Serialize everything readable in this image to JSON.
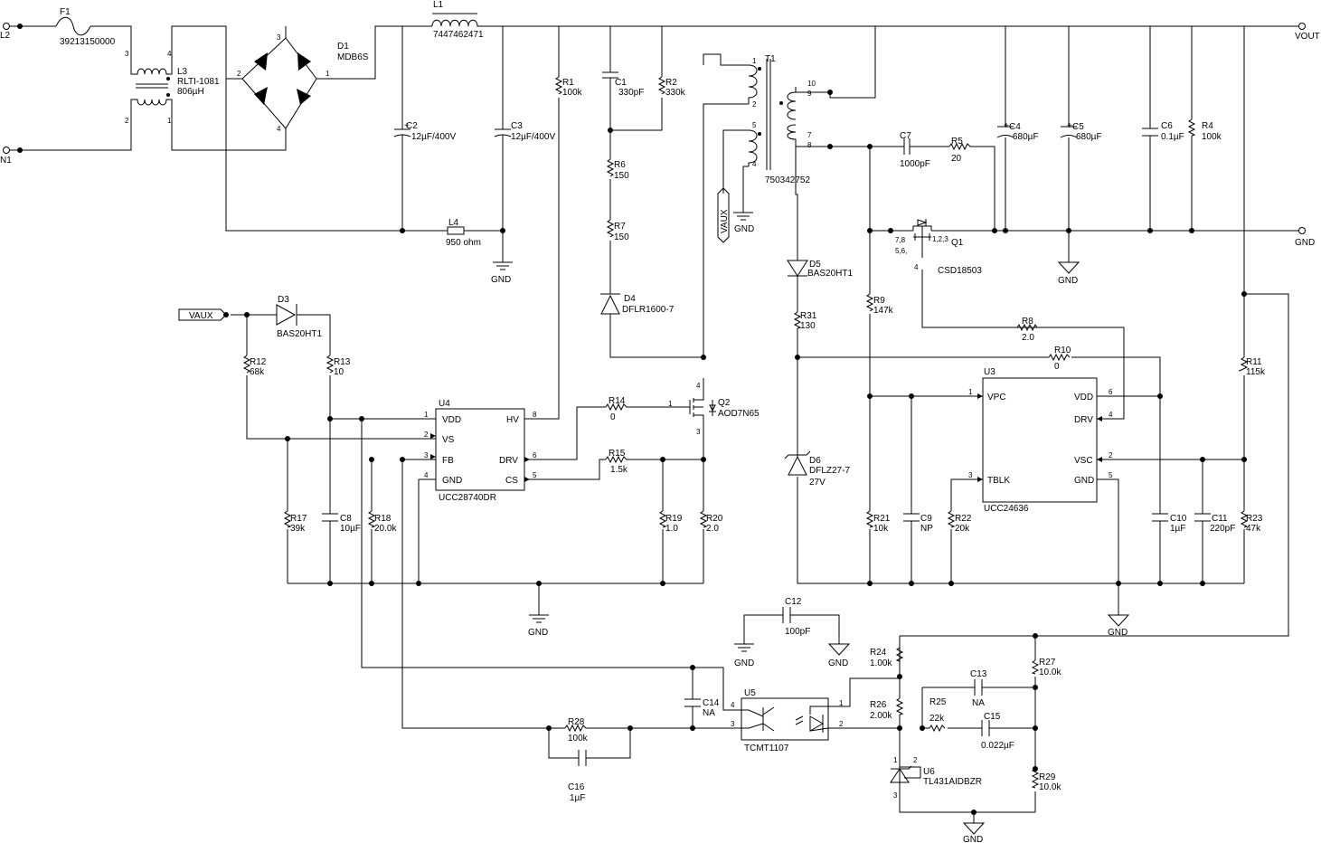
{
  "nets": {
    "L2": "L2",
    "N1": "N1",
    "VOUT": "VOUT",
    "GND": "GND",
    "VAUX": "VAUX"
  },
  "parts": {
    "F1": {
      "ref": "F1",
      "value": "39213150000"
    },
    "L3": {
      "ref": "L3",
      "value": "RLTI-1081",
      "value2": "806µH"
    },
    "D1": {
      "ref": "D1",
      "value": "MDB6S"
    },
    "L1": {
      "ref": "L1",
      "value": "7447462471"
    },
    "C2": {
      "ref": "C2",
      "value": "12µF/400V"
    },
    "C3": {
      "ref": "C3",
      "value": "12µF/400V"
    },
    "L4": {
      "ref": "L4",
      "value": "950 ohm"
    },
    "R1": {
      "ref": "R1",
      "value": "100k"
    },
    "C1": {
      "ref": "C1",
      "value": "330pF"
    },
    "R2": {
      "ref": "R2",
      "value": "330k"
    },
    "R6": {
      "ref": "R6",
      "value": "150"
    },
    "R7": {
      "ref": "R7",
      "value": "150"
    },
    "D4": {
      "ref": "D4",
      "value": "DFLR1600-7"
    },
    "T1": {
      "ref": "T1",
      "value": "750342752"
    },
    "C7": {
      "ref": "C7",
      "value": "1000pF"
    },
    "R5": {
      "ref": "R5",
      "value": "20"
    },
    "C4": {
      "ref": "C4",
      "value": "680µF"
    },
    "C5": {
      "ref": "C5",
      "value": "680µF"
    },
    "C6": {
      "ref": "C6",
      "value": "0.1µF"
    },
    "R4": {
      "ref": "R4",
      "value": "100k"
    },
    "Q1": {
      "ref": "Q1",
      "value": "CSD18503"
    },
    "D5": {
      "ref": "D5",
      "value": "BAS20HT1"
    },
    "R31": {
      "ref": "R31",
      "value": "130"
    },
    "R9": {
      "ref": "R9",
      "value": "147k"
    },
    "R8": {
      "ref": "R8",
      "value": "2.0"
    },
    "R10": {
      "ref": "R10",
      "value": "0"
    },
    "D3": {
      "ref": "D3",
      "value": "BAS20HT1"
    },
    "R12": {
      "ref": "R12",
      "value": "68k"
    },
    "R13": {
      "ref": "R13",
      "value": "10"
    },
    "R14": {
      "ref": "R14",
      "value": "0"
    },
    "Q2": {
      "ref": "Q2",
      "value": "AOD7N65"
    },
    "R15": {
      "ref": "R15",
      "value": "1.5k"
    },
    "R17": {
      "ref": "R17",
      "value": "39k"
    },
    "C8": {
      "ref": "C8",
      "value": "10µF"
    },
    "R18": {
      "ref": "R18",
      "value": "20.0k"
    },
    "R19": {
      "ref": "R19",
      "value": "1.0"
    },
    "R20": {
      "ref": "R20",
      "value": "2.0"
    },
    "D6": {
      "ref": "D6",
      "value": "DFLZ27-7",
      "value2": "27V"
    },
    "R21": {
      "ref": "R21",
      "value": "10k"
    },
    "C9": {
      "ref": "C9",
      "value": "NP"
    },
    "R22": {
      "ref": "R22",
      "value": "20k"
    },
    "C10": {
      "ref": "C10",
      "value": "1µF"
    },
    "C11": {
      "ref": "C11",
      "value": "220pF"
    },
    "R11": {
      "ref": "R11",
      "value": "115k"
    },
    "R23": {
      "ref": "R23",
      "value": "47k"
    },
    "C12": {
      "ref": "C12",
      "value": "100pF"
    },
    "R24": {
      "ref": "R24",
      "value": "1.00k"
    },
    "R27": {
      "ref": "R27",
      "value": "10.0k"
    },
    "C13": {
      "ref": "C13",
      "value": "NA"
    },
    "R26": {
      "ref": "R26",
      "value": "2.00k"
    },
    "R25": {
      "ref": "R25",
      "value": "22k"
    },
    "C15": {
      "ref": "C15",
      "value": "0.022µF"
    },
    "C14": {
      "ref": "C14",
      "value": "NA"
    },
    "U5": {
      "ref": "U5",
      "value": "TCMT1107"
    },
    "R28": {
      "ref": "R28",
      "value": "100k"
    },
    "C16": {
      "ref": "C16",
      "value": "1µF"
    },
    "U6": {
      "ref": "U6",
      "value": "TL431AIDBZR"
    },
    "R29": {
      "ref": "R29",
      "value": "10.0k"
    }
  },
  "u4": {
    "ref": "U4",
    "part": "UCC28740DR",
    "pins": {
      "vdd": "VDD",
      "vs": "VS",
      "fb": "FB",
      "gnd": "GND",
      "hv": "HV",
      "drv": "DRV",
      "cs": "CS"
    },
    "nums": {
      "vdd": "1",
      "vs": "2",
      "fb": "3",
      "gnd": "4",
      "hv": "8",
      "drv": "6",
      "cs": "5"
    }
  },
  "u3": {
    "ref": "U3",
    "part": "UCC24636",
    "pins": {
      "vpc": "VPC",
      "tblk": "TBLK",
      "vdd": "VDD",
      "drv": "DRV",
      "vsc": "VSC",
      "gnd": "GND"
    },
    "nums": {
      "vpc": "1",
      "tblk": "3",
      "vdd": "6",
      "drv": "4",
      "vsc": "2",
      "gnd": "5"
    }
  },
  "pinnums": {
    "l3_3": "3",
    "l3_4": "4",
    "l3_2": "2",
    "l3_1": "1",
    "d1_3": "3",
    "d1_2": "2",
    "d1_1": "1",
    "d1_4": "4",
    "t1_1": "1",
    "t1_2": "2",
    "t1_5": "5",
    "t1_4": "4",
    "t1_10": "10",
    "t1_9": "9",
    "t1_7": "7",
    "t1_8": "8",
    "q1_78": "7,8",
    "q1_56": "5,6,",
    "q1_123": "1,2,3",
    "q1_4": "4",
    "q2_4": "4",
    "q2_1": "1",
    "q2_3": "3",
    "u5_4": "4",
    "u5_3": "3",
    "u5_1": "1",
    "u5_2": "2",
    "u6_1": "1",
    "u6_2": "2",
    "u6_3": "3"
  }
}
